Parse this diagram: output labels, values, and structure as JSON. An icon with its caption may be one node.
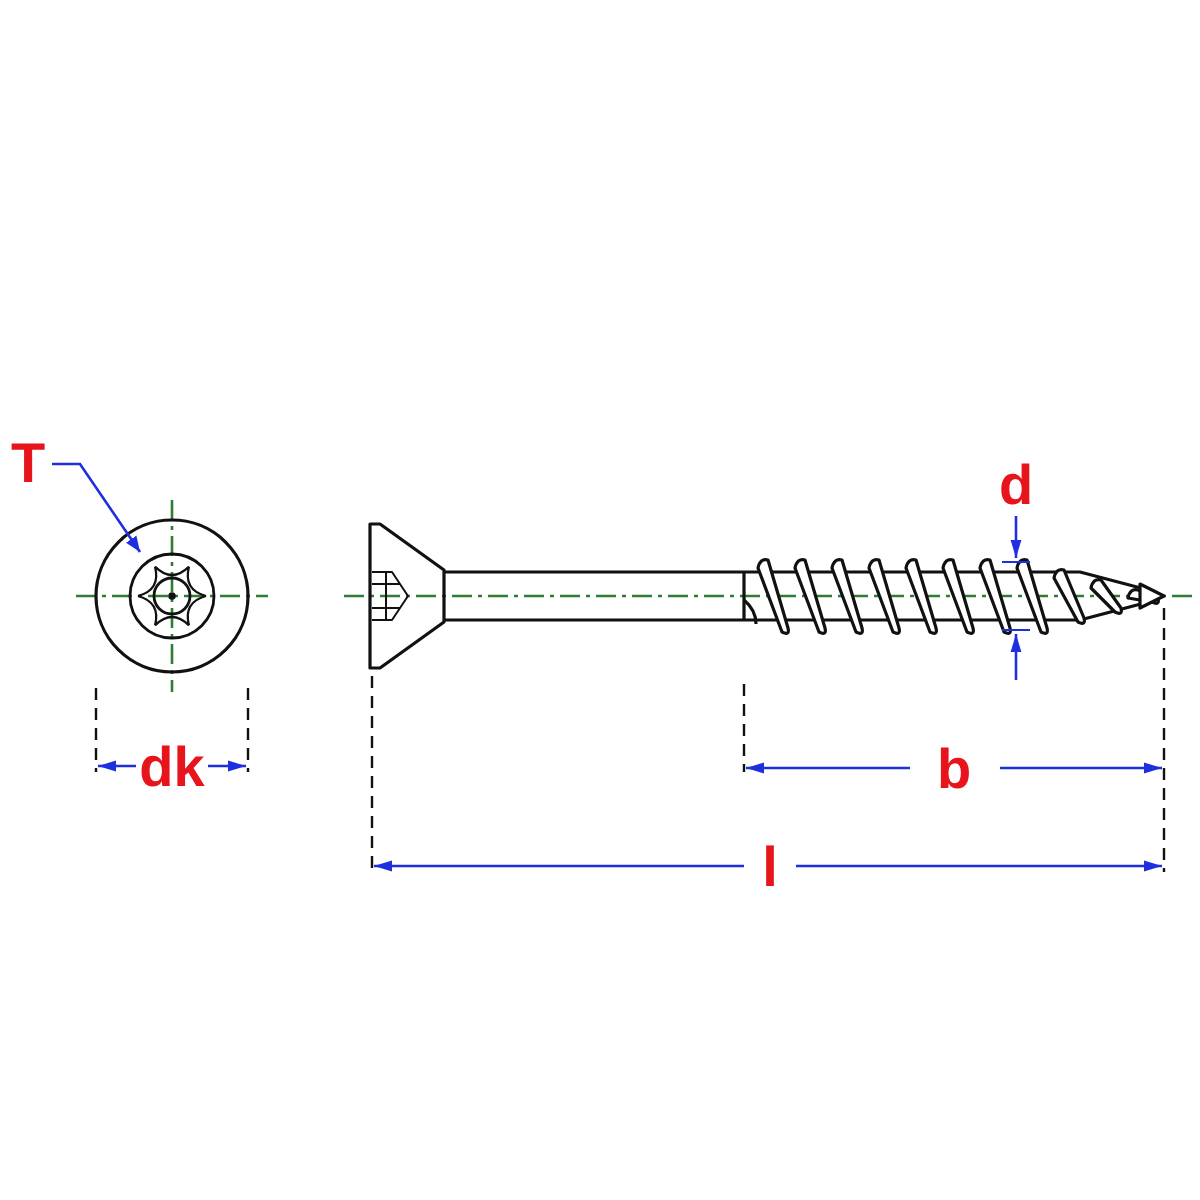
{
  "diagram": {
    "nodes": [
      {
        "text": [
          "T"
        ]
      },
      {
        "text": [],
        "shape": "picture"
      }
    ],
    "edges": [
      {
        "from": 0,
        "to": 1,
        "arrow": "to"
      }
    ],
    "labels": [
      "d",
      "dk",
      "b",
      "l"
    ]
  }
}
